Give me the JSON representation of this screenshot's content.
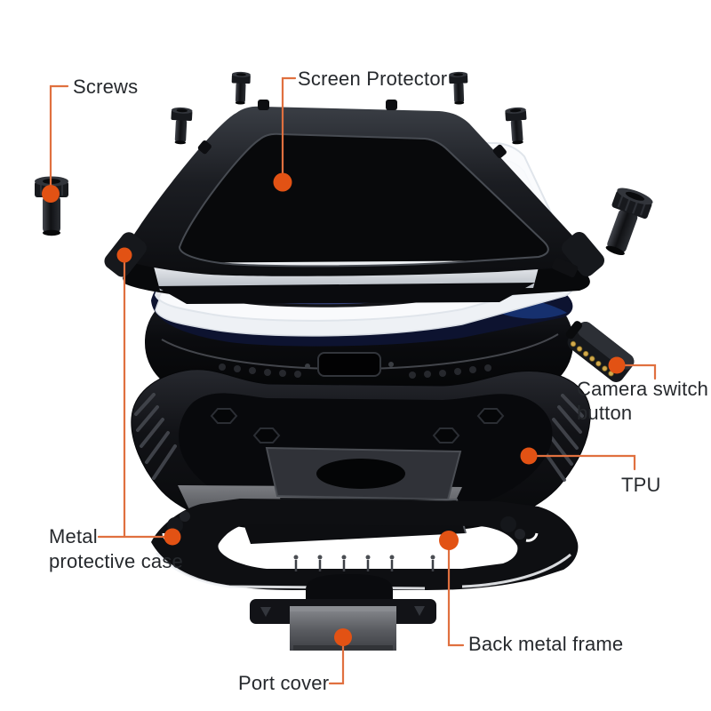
{
  "image_type": "product-exploded-view-diagram",
  "colors": {
    "background": "#ffffff",
    "label_text": "#26292d",
    "leader_line": "#e0703f",
    "callout_dot": "#e25214",
    "case_black": "#0c0d10",
    "metal_gray": "#5f6165",
    "protector_white": "#f5f7fa",
    "screen_blue": "#3d5ae0",
    "pin_gold": "#d2a94c"
  },
  "callouts": {
    "screws": {
      "label": "Screws"
    },
    "screen_protector": {
      "label": "Screen Protector"
    },
    "camera_switch_button": {
      "label": "Camera switch button",
      "line1": "Camera switch",
      "line2": "button"
    },
    "tpu": {
      "label": "TPU"
    },
    "metal_protective_case": {
      "label": "Metal protective case",
      "line1": "Metal",
      "line2": "protective case"
    },
    "back_metal_frame": {
      "label": "Back metal frame"
    },
    "port_cover": {
      "label": "Port cover"
    }
  },
  "parts_shown": [
    "six screws",
    "front metal frame",
    "screen protector",
    "phone",
    "TPU inner shell",
    "metal protective case",
    "camera switch button",
    "back metal frame",
    "port cover"
  ]
}
